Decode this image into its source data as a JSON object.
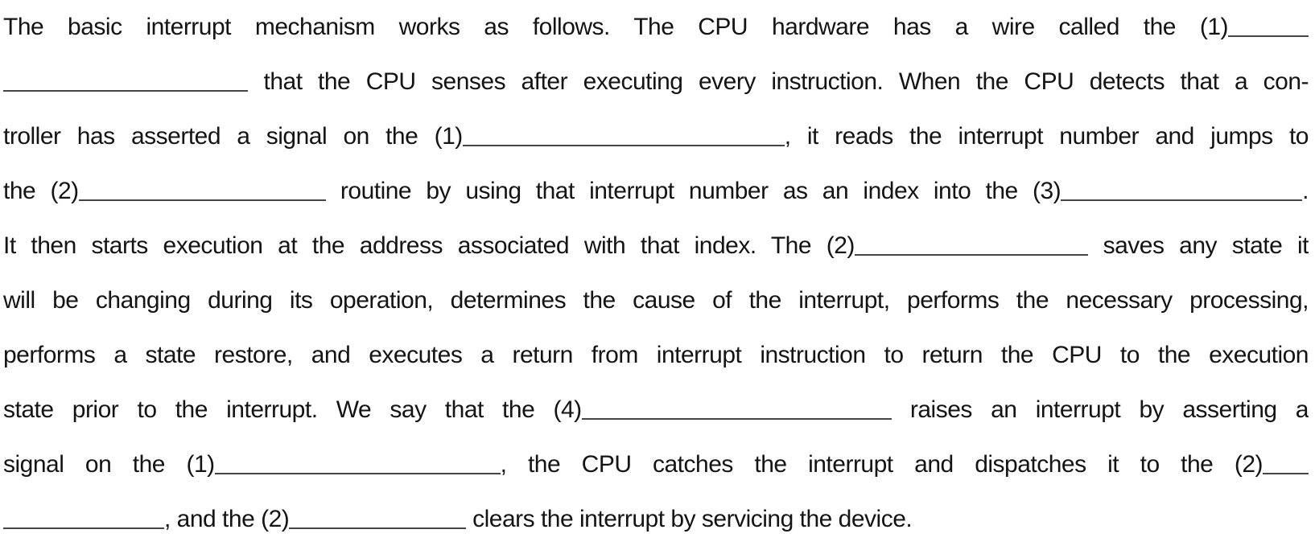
{
  "doc": {
    "description": "Fill-in-the-blank passage about the basic CPU interrupt mechanism",
    "lines": [
      {
        "s0": "The basic interrupt mechanism works as follows. The CPU hardware has a wire called the (1)"
      },
      {
        "s0": "that the CPU senses after executing every instruction. When the CPU detects that a con-"
      },
      {
        "s0": "troller has asserted a signal on the (1)",
        "s1": ", it reads the interrupt number and jumps to"
      },
      {
        "s0": "the (2)",
        "s1": "routine by using that interrupt number as an index into the (3)",
        "s2": "."
      },
      {
        "s0": "It then starts execution at the address associated with that index. The (2)",
        "s1": "saves any state it"
      },
      {
        "s0": "will be changing during its operation, determines the cause of the interrupt, performs the necessary processing,"
      },
      {
        "s0": "performs a state restore, and executes a return from interrupt instruction to return the CPU to the execution"
      },
      {
        "s0": "state prior to the interrupt. We say that the (4)",
        "s1": "raises an interrupt by asserting a"
      },
      {
        "s0": "signal on the (1)",
        "s1": ", the CPU catches the interrupt and dispatches it to the (2)"
      },
      {
        "s0": ", and the (2)",
        "s1": "clears the interrupt by servicing the device."
      }
    ]
  }
}
